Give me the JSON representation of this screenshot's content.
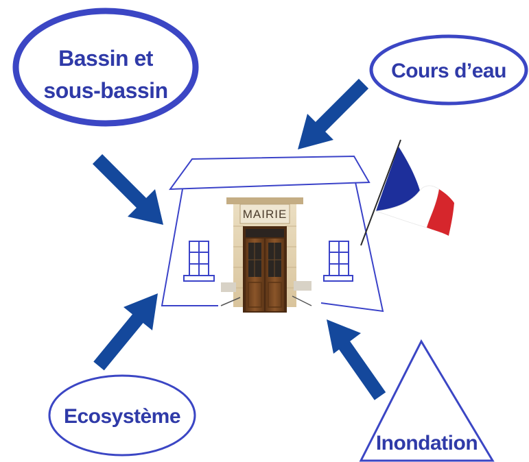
{
  "colors": {
    "accent": "#3b46c4",
    "arrow": "#14489c",
    "text": "#2f3aa8",
    "house_line": "#3a42c8",
    "door_wood": "#7a4a25",
    "stone": "#e8d7b4",
    "flag_blue": "#1d2f9b",
    "flag_white": "#ffffff",
    "flag_red": "#d6262c"
  },
  "nodes": {
    "bassin": {
      "line1": "Bassin et",
      "line2": "sous-bassin"
    },
    "cours_eau": {
      "label": "Cours d’eau"
    },
    "ecosysteme": {
      "label": "Ecosystème"
    },
    "inondation": {
      "label": "Inondation"
    }
  },
  "center": {
    "sign": "MAIRIE"
  }
}
